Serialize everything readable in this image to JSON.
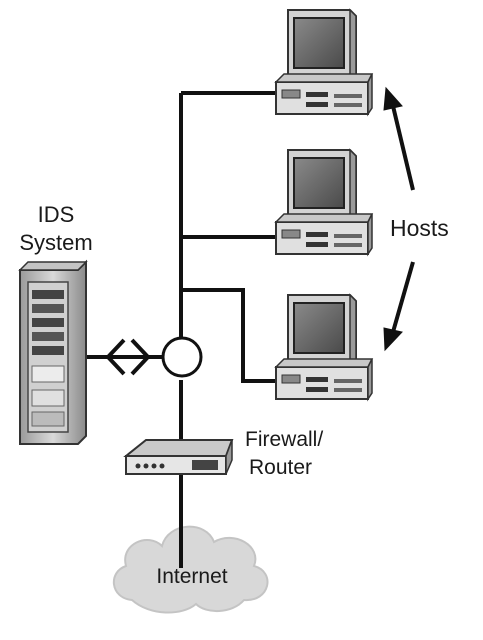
{
  "labels": {
    "ids_line1": "IDS",
    "ids_line2": "System",
    "hosts": "Hosts",
    "firewall_line1": "Firewall/",
    "firewall_line2": "Router",
    "internet": "Internet"
  },
  "colors": {
    "line": "#111111",
    "device_light": "#e6e6e6",
    "device_mid": "#bdbdbd",
    "device_dark": "#555555",
    "screen": "#6e6e6e",
    "cloud": "#d6d6d6"
  }
}
